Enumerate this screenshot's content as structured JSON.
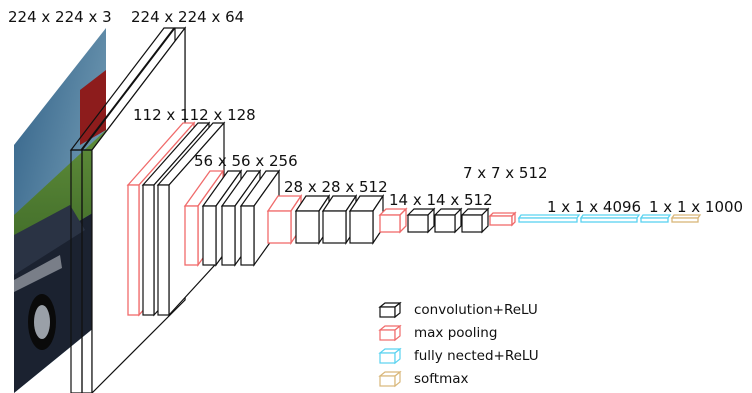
{
  "labels": {
    "input": "224 x 224 x 3",
    "conv1": "224 x 224 x 64",
    "conv2": "112 x 112 x 128",
    "conv3": "56 x 56 x 256",
    "conv4": "28 x 28 x 512",
    "conv5": "14 x 14 x 512",
    "pool5": "7 x 7 x 512",
    "fc": "1 x 1 x 4096",
    "softmax_dim": "1 x 1 x 1000"
  },
  "legend": [
    {
      "label": "convolution+ReLU",
      "color": "#111111"
    },
    {
      "label": "max pooling",
      "color": "#f06b6b"
    },
    {
      "label": "fully nected+ReLU",
      "color": "#5bd3f0"
    },
    {
      "label": "softmax",
      "color": "#d9b77a"
    }
  ],
  "colors": {
    "conv": "#111111",
    "pool": "#f06b6b",
    "fc": "#5bd3f0",
    "softmax": "#d9b77a"
  },
  "input_image": {
    "icon": "car-photo"
  }
}
